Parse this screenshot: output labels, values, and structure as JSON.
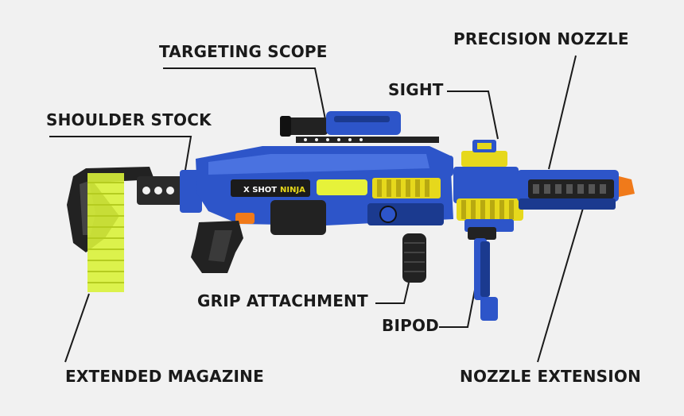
{
  "labels": {
    "targeting_scope": "TARGETING SCOPE",
    "precision_nozzle": "PRECISION NOZZLE",
    "sight": "SIGHT",
    "shoulder_stock": "SHOULDER STOCK",
    "grip_attachment": "GRIP ATTACHMENT",
    "bipod": "BIPOD",
    "extended_magazine": "EXTENDED MAGAZINE",
    "nozzle_extension": "NOZZLE EXTENSION"
  },
  "branding": {
    "logo_left": "X SHOT",
    "logo_right": "NINJA"
  },
  "colors": {
    "body_blue": "#2d55c9",
    "dark_blue": "#1b3a8f",
    "accent_yellow": "#e6d81c",
    "magazine_green": "#d9f23a",
    "orange_tip": "#f07a1a",
    "black_parts": "#222222"
  }
}
